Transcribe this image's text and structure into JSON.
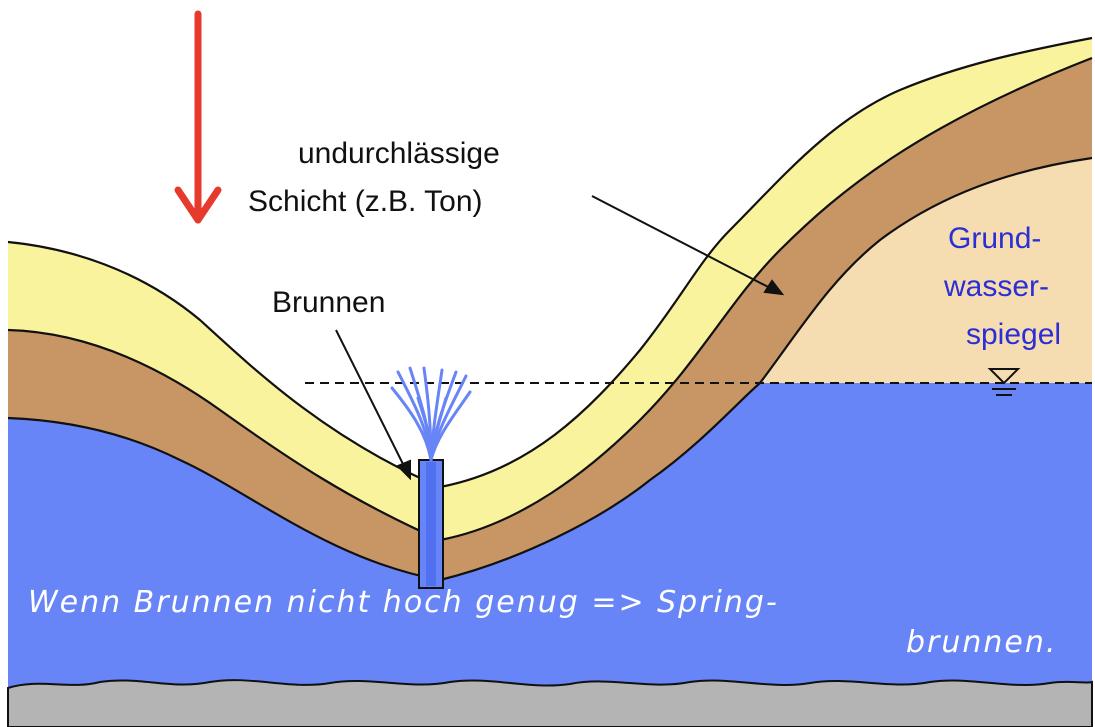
{
  "labels": {
    "layer_line1": "undurchlässige",
    "layer_line2": "Schicht (z.B. Ton)",
    "well": "Brunnen",
    "groundwater_line1": "Grund-",
    "groundwater_line2": "wasser-",
    "groundwater_line3": "spiegel"
  },
  "handwriting": {
    "line1": "Wenn Brunnen nicht hoch genug => Spring-",
    "line2": "brunnen."
  },
  "colors": {
    "water": "#6785f6",
    "sand": "#f9f39d",
    "clay": "#c79664",
    "aquifer_dry": "#f6dcb1",
    "bedrock": "#b4b4b4",
    "arrow": "#e53a2c",
    "label_blue": "#2a2ed6"
  }
}
